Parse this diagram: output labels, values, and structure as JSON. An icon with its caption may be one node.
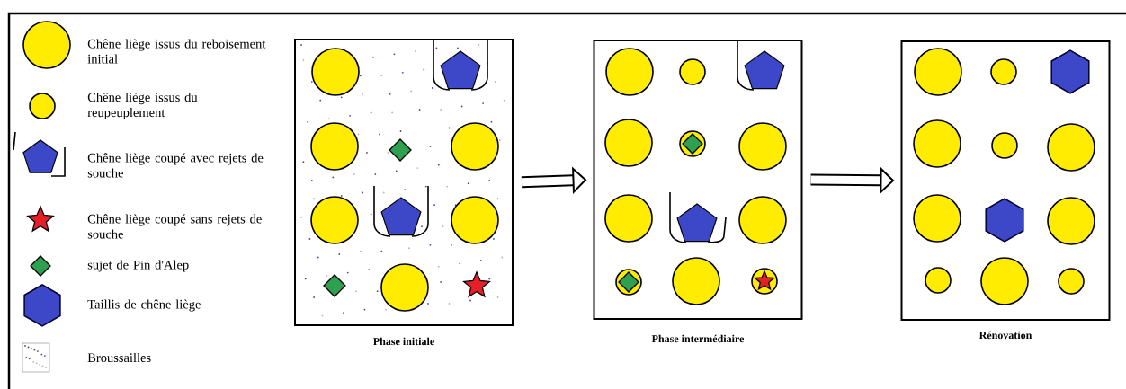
{
  "diagram": {
    "nodes": [
      {
        "text": [
          "Phase initiale"
        ]
      },
      {
        "text": [
          "Phase intermédiaire"
        ]
      },
      {
        "text": [
          "Rénovation"
        ]
      }
    ],
    "edges": [
      {
        "from": 0,
        "to": 1,
        "arrow": "to"
      },
      {
        "from": 1,
        "to": 2,
        "arrow": "to"
      }
    ],
    "legend": [
      {
        "text": "Chêne liège issus du reboisement initial"
      },
      {
        "text": "Chêne liège issus du reupeuplement"
      },
      {
        "text": "Chêne liège coupé avec rejets de souche"
      },
      {
        "text": "Chêne liège coupé sans rejets de souche"
      },
      {
        "text": "sujet de Pin d'Alep"
      },
      {
        "text": "Taillis de chêne liège"
      },
      {
        "text": "Broussailles"
      }
    ]
  }
}
